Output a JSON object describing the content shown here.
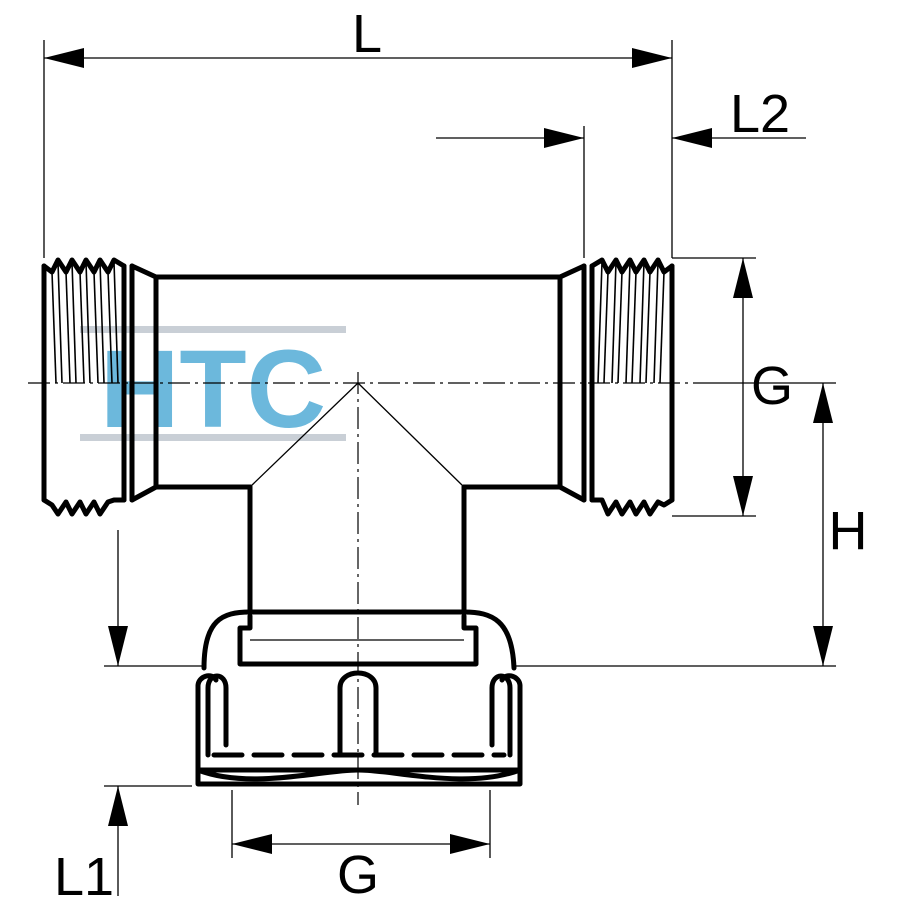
{
  "watermark": {
    "text": "HTC",
    "color": "#6cb8dc",
    "bar_color": "#c9cfd6"
  },
  "dimensions": {
    "overall_length": "L",
    "side_length": "L2",
    "branch_thread": "G",
    "bottom_thread": "G",
    "height": "H",
    "nut_length": "L1"
  }
}
